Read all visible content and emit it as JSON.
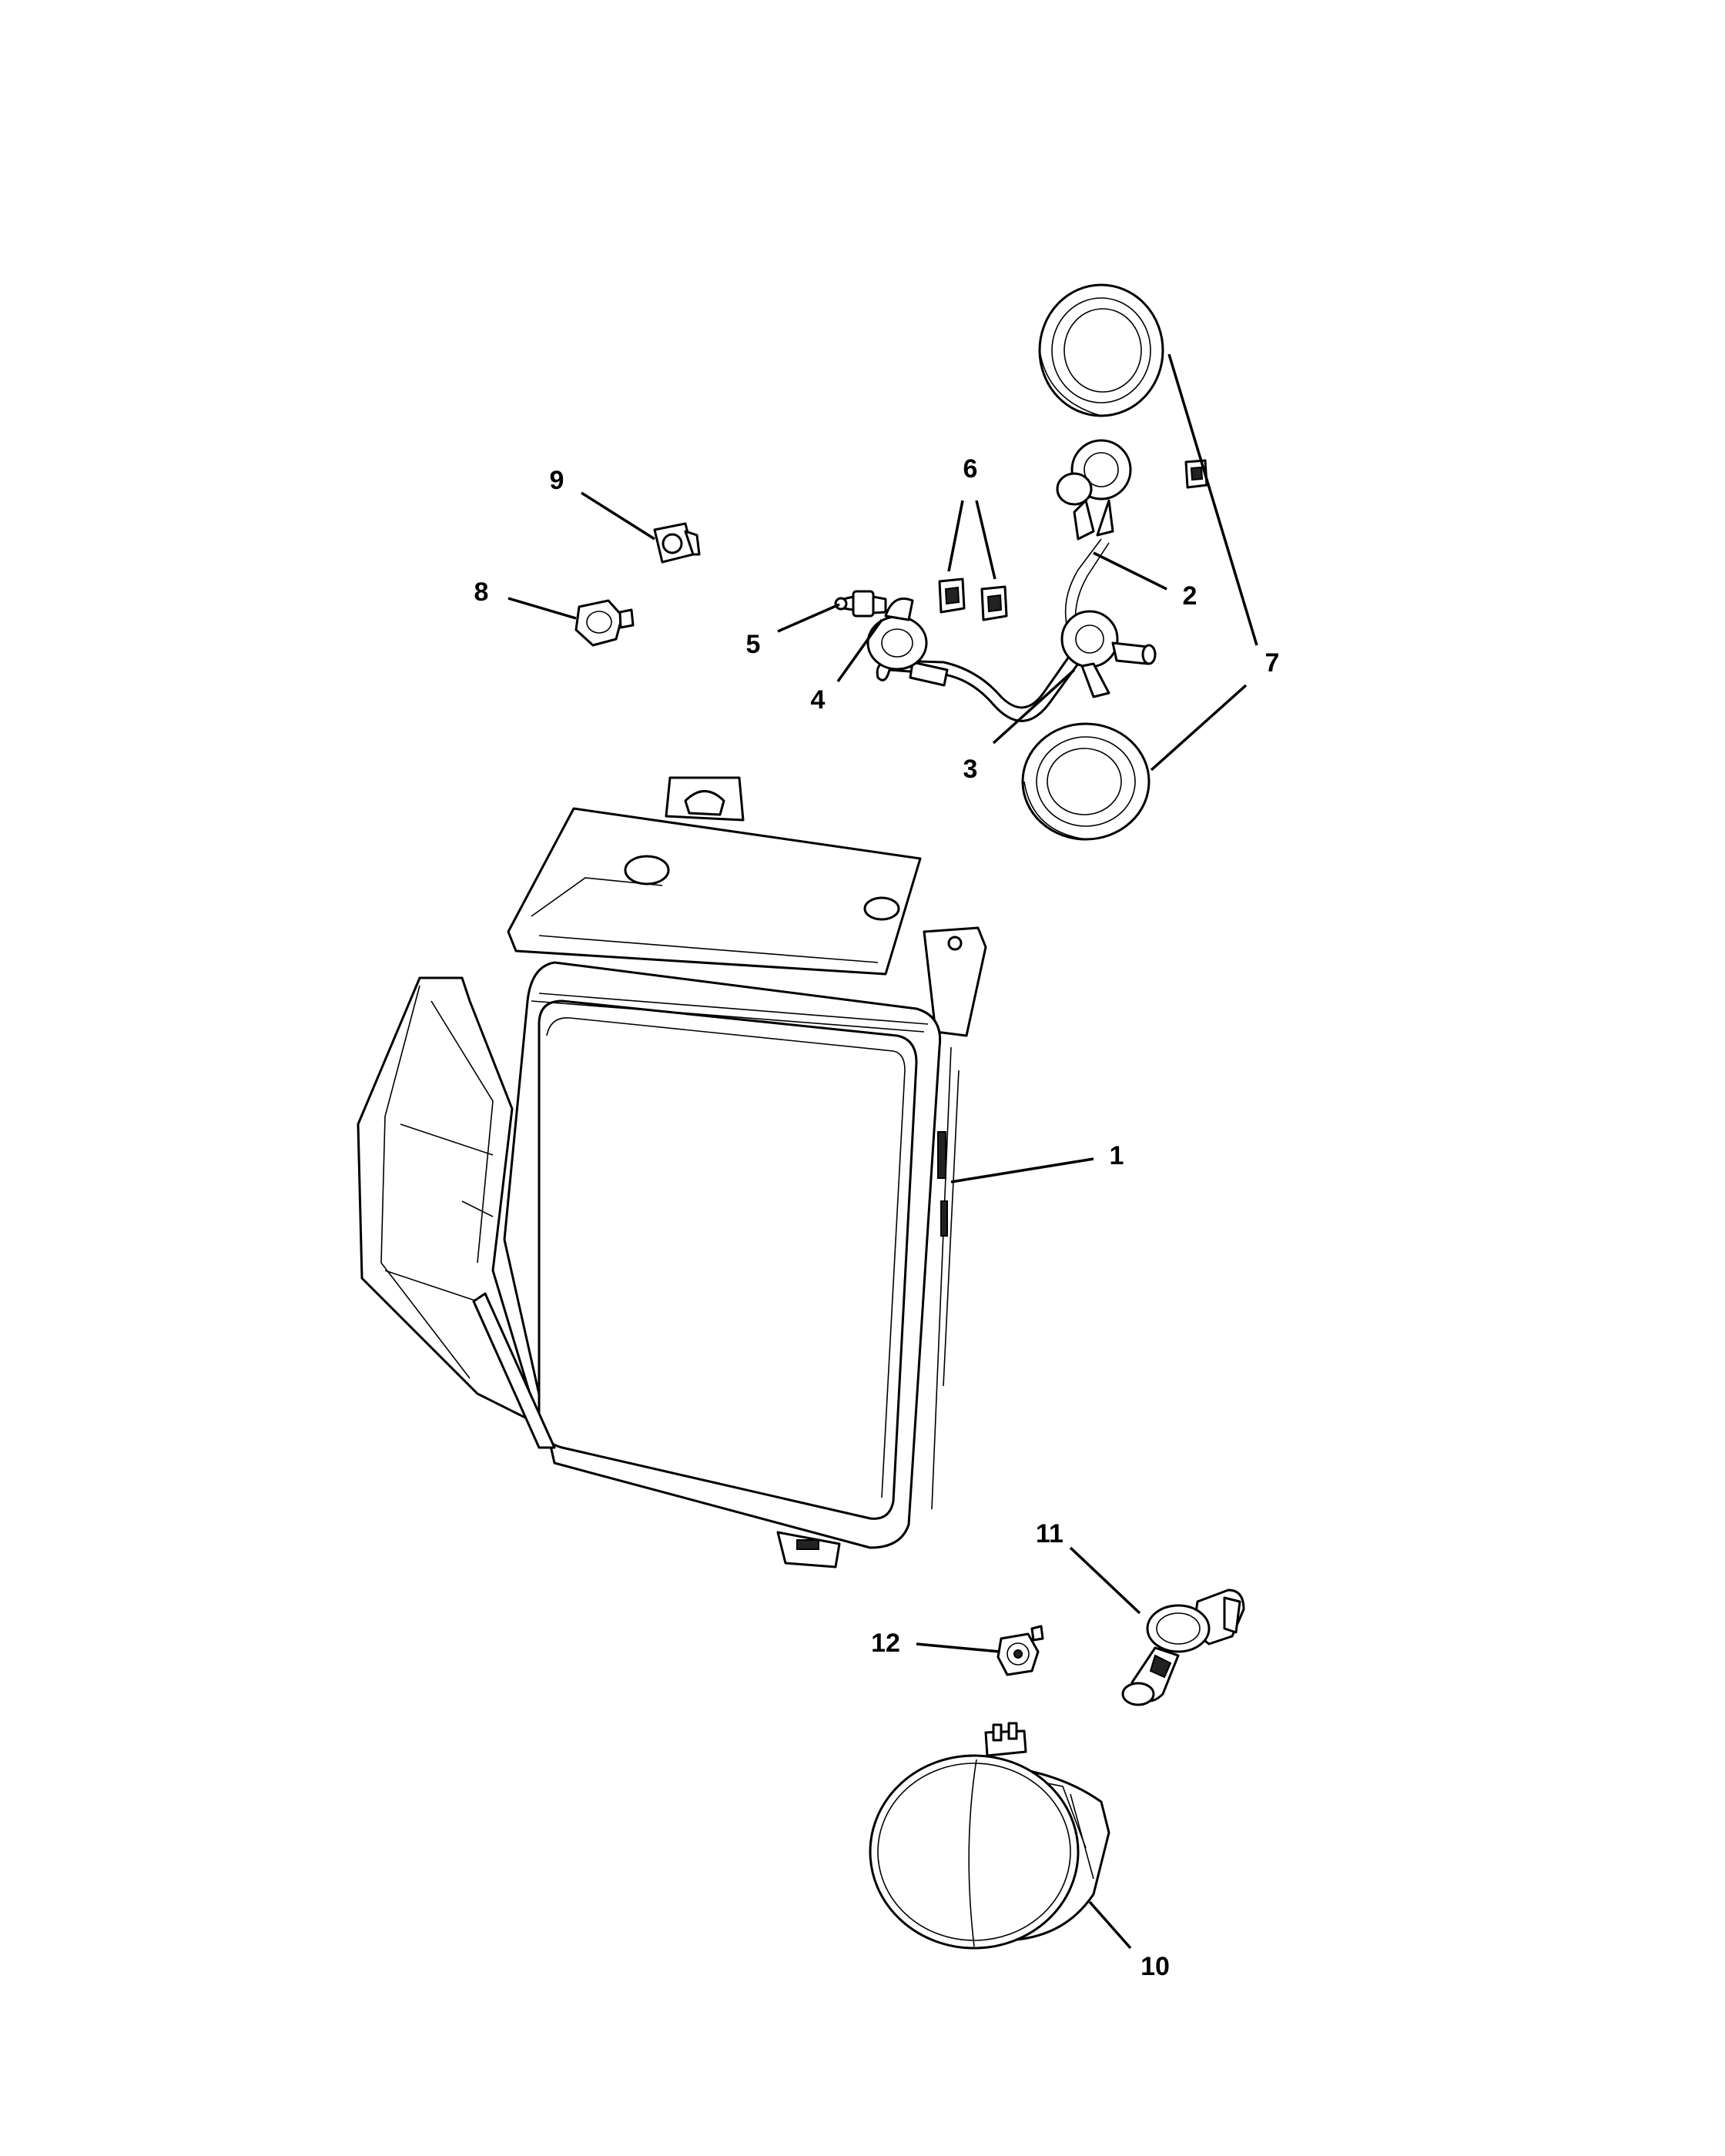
{
  "callouts": [
    {
      "id": "1",
      "label": "1"
    },
    {
      "id": "2",
      "label": "2"
    },
    {
      "id": "3",
      "label": "3"
    },
    {
      "id": "4",
      "label": "4"
    },
    {
      "id": "5",
      "label": "5"
    },
    {
      "id": "6",
      "label": "6"
    },
    {
      "id": "7",
      "label": "7"
    },
    {
      "id": "8",
      "label": "8"
    },
    {
      "id": "9",
      "label": "9"
    },
    {
      "id": "10",
      "label": "10"
    },
    {
      "id": "11",
      "label": "11"
    },
    {
      "id": "12",
      "label": "12"
    }
  ],
  "colors": {
    "ink": "#000000",
    "background": "#ffffff"
  }
}
